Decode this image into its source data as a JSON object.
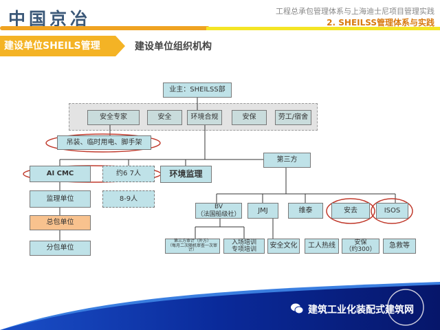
{
  "header": {
    "brand": "中国京冶",
    "line1": "工程总承包管理体系与上海迪士尼项目管理实践",
    "line2": "2. SHEILSS管理体系与实践"
  },
  "section": {
    "tag": "建设单位SHEILS管理",
    "subtitle": "建设单位组织机构"
  },
  "org": {
    "owner": "业主：SHEILSS部",
    "depts": [
      "安全专家",
      "安全",
      "环境合规",
      "安保",
      "劳工/宿舍"
    ],
    "specialty": "吊装、临时用电、脚手架",
    "aicmc": "AI CMC",
    "aicmc_staff": "约6 7人",
    "env_supervision": "环境监理",
    "supervisor": "监理单位",
    "supervisor_staff": "8-9人",
    "general_contractor": "总包单位",
    "subcontractor": "分包单位",
    "third_party": "第三方",
    "third_parties": [
      "BV\n（法国船级社）",
      "JMJ",
      "维泰",
      "安去",
      "ISOS"
    ],
    "services": [
      "第三方审计（外方）\n（每月二次随机审查一次审计）",
      "入场培训\n专项培训",
      "安全文化",
      "工人热线",
      "安保\n（约300）",
      "急救等"
    ]
  },
  "footer": {
    "text": "建筑工业化装配式建筑网"
  }
}
